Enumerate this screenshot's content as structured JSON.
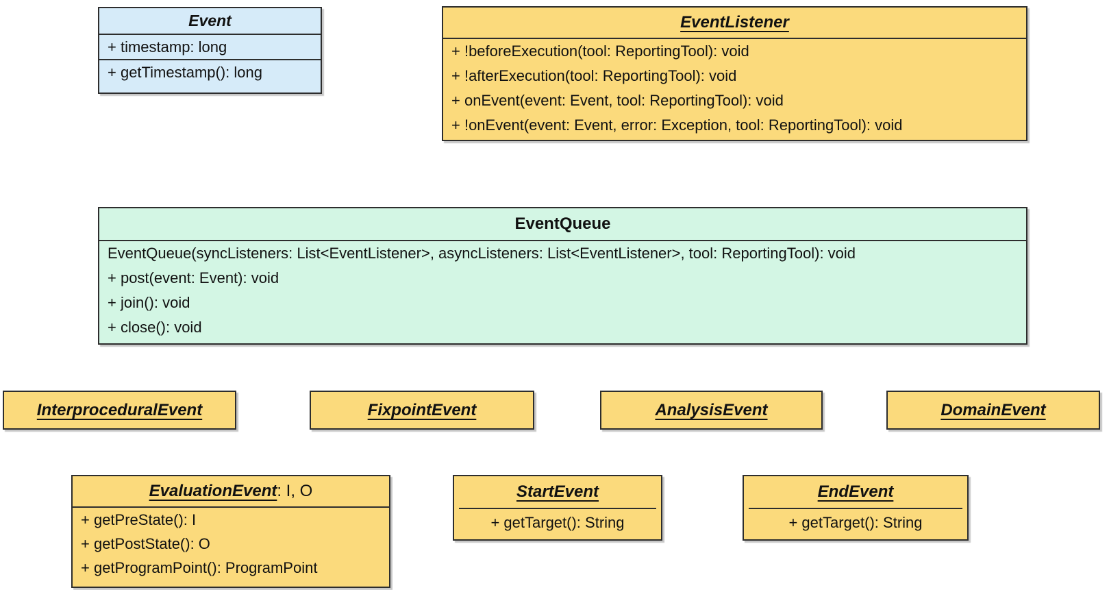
{
  "colors": {
    "box_blue_fill": "#d6ebf9",
    "box_yellow_fill": "#fbda7c",
    "box_green_fill": "#d3f6e4",
    "box_border": "#2d2d2d",
    "text": "#111111",
    "page_background": "#ffffff"
  },
  "classes": {
    "event": {
      "title": "Event",
      "attributes": [
        "+ timestamp: long"
      ],
      "methods": [
        "+ getTimestamp(): long"
      ]
    },
    "event_listener": {
      "title": "EventListener",
      "methods": [
        "+ !beforeExecution(tool: ReportingTool): void",
        "+ !afterExecution(tool: ReportingTool): void",
        "+ onEvent(event: Event, tool: ReportingTool): void",
        "+ !onEvent(event: Event, error: Exception, tool: ReportingTool): void"
      ]
    },
    "event_queue": {
      "title": "EventQueue",
      "methods": [
        "EventQueue(syncListeners: List<EventListener>, asyncListeners: List<EventListener>, tool: ReportingTool): void",
        "+ post(event: Event): void",
        "+ join(): void",
        "+ close(): void"
      ]
    },
    "interprocedural_event": {
      "title": "InterproceduralEvent"
    },
    "fixpoint_event": {
      "title": "FixpointEvent"
    },
    "analysis_event": {
      "title": "AnalysisEvent"
    },
    "domain_event": {
      "title": "DomainEvent"
    },
    "evaluation_event": {
      "title": "EvaluationEvent",
      "title_suffix": ": I, O",
      "methods": [
        "+ getPreState(): I",
        "+ getPostState(): O",
        "+ getProgramPoint(): ProgramPoint"
      ]
    },
    "start_event": {
      "title": "StartEvent",
      "methods": [
        "+ getTarget(): String"
      ]
    },
    "end_event": {
      "title": "EndEvent",
      "methods": [
        "+ getTarget(): String"
      ]
    }
  }
}
